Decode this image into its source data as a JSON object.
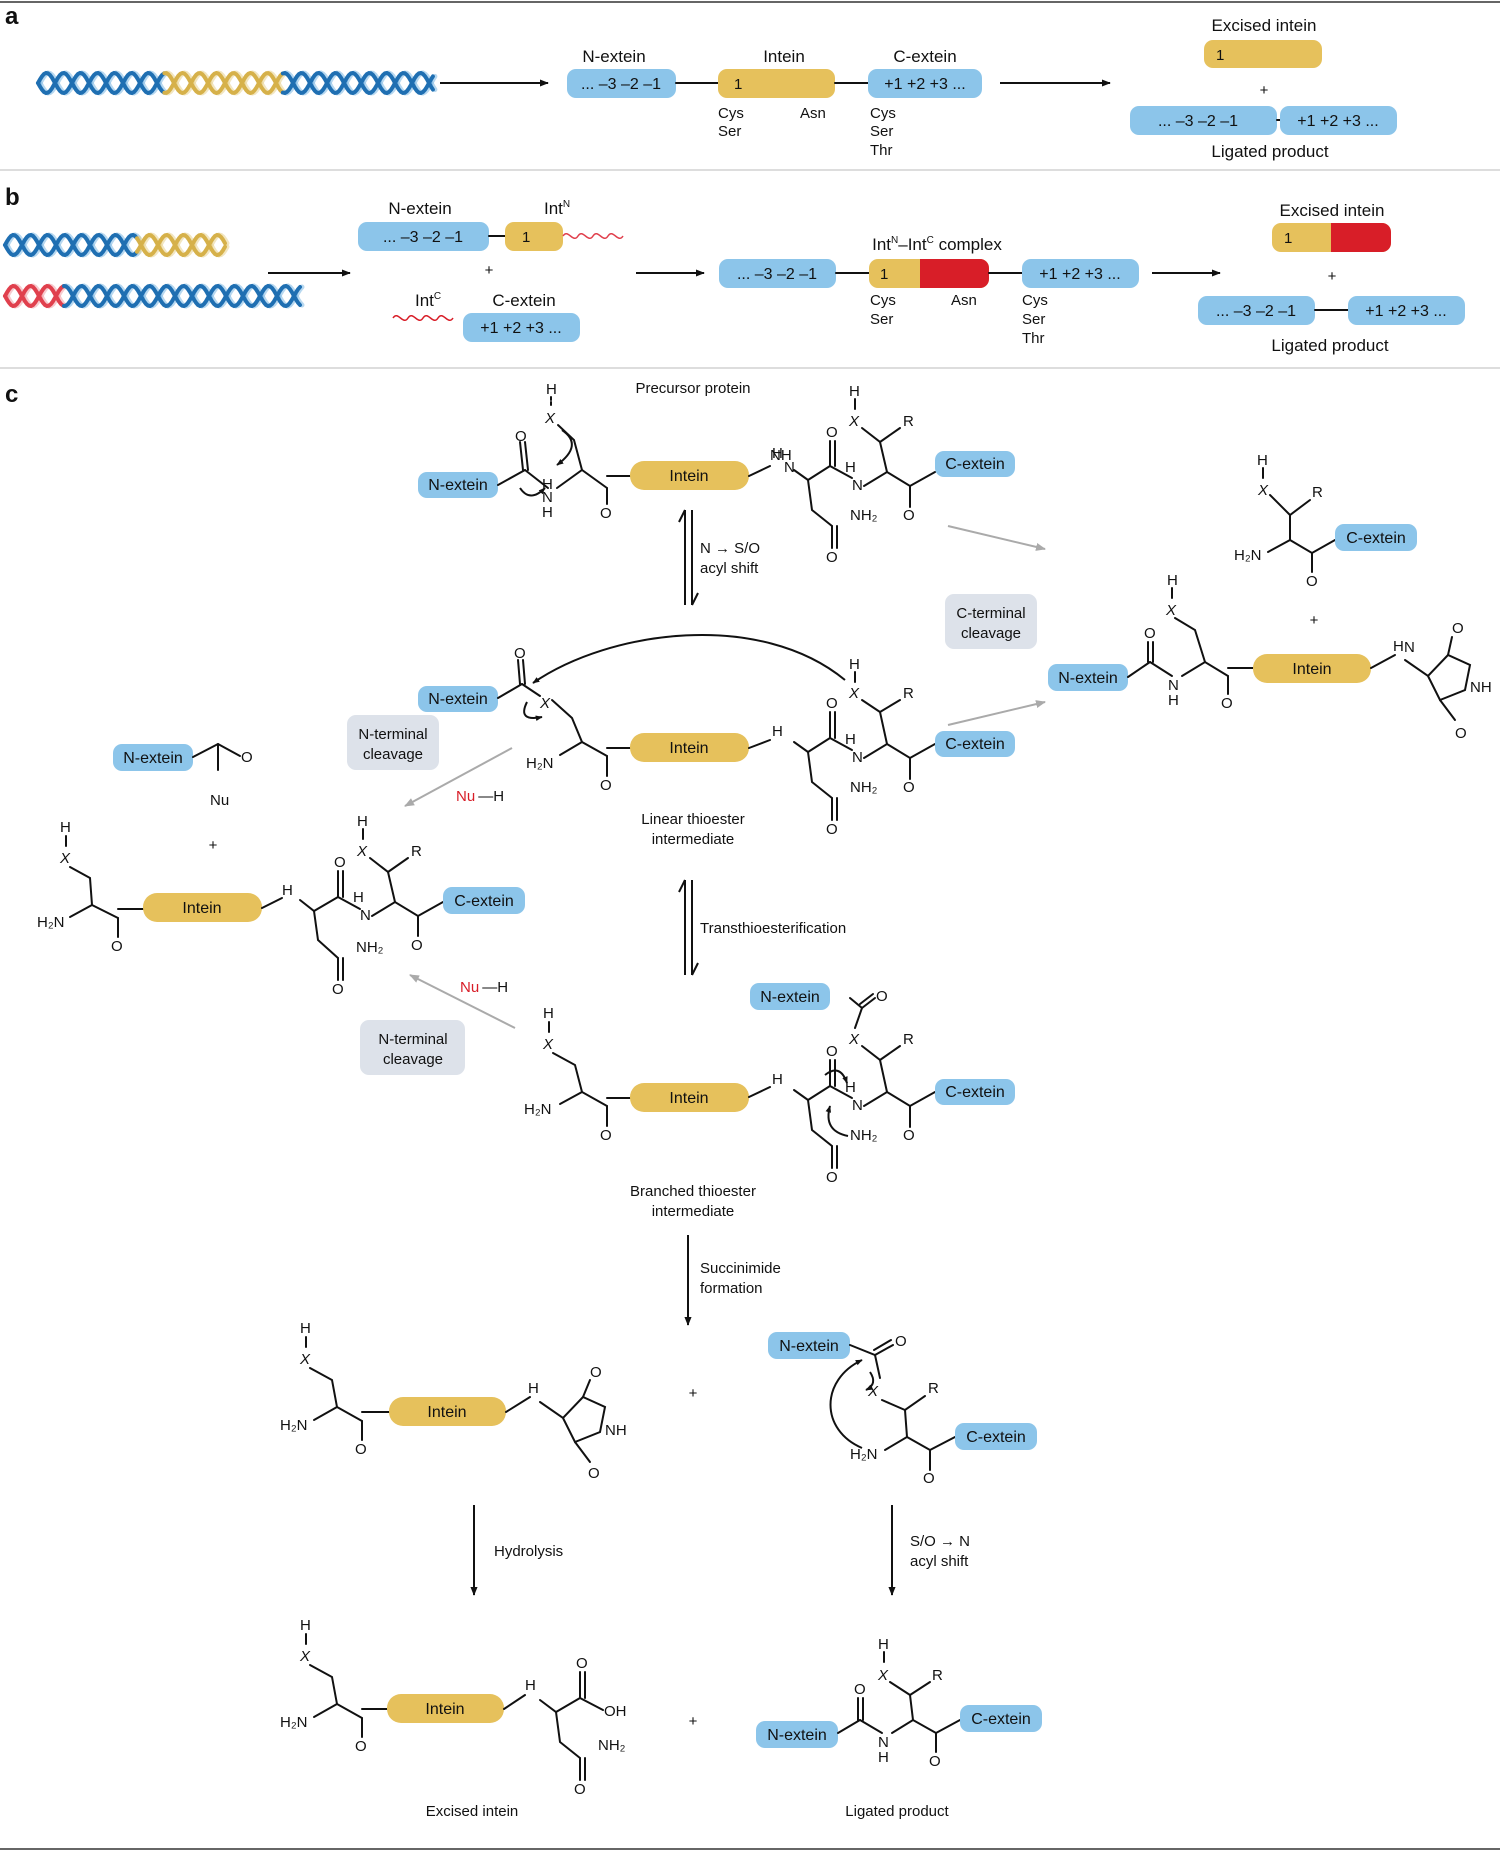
{
  "colors": {
    "blue": "#8cc5ea",
    "gold": "#e6c15c",
    "red": "#d81e28",
    "helix_blue": "#1f6fb2",
    "helix_lightblue": "#7bb8e4",
    "helix_gold": "#d6b14a",
    "helix_red": "#e0404d",
    "grey_box": "#dde2ea",
    "nu_red": "#d81e28"
  },
  "panels": {
    "a": "a",
    "b": "b",
    "c": "c"
  },
  "a": {
    "n_extein": "N-extein",
    "intein": "Intein",
    "c_extein": "C-extein",
    "n_seq": "... –3 –2 –1",
    "intein_pos": "1",
    "c_seq": "+1  +2  +3  ...",
    "cys": "Cys",
    "ser": "Ser",
    "asn": "Asn",
    "thr": "Thr",
    "excised_intein": "Excised intein",
    "plus": "+",
    "ligated_product": "Ligated product"
  },
  "b": {
    "n_extein": "N-extein",
    "int_n": "Int",
    "sup_n": "N",
    "int_c": "Int",
    "sup_c": "C",
    "c_extein": "C-extein",
    "complex_int": "Int",
    "complex_dash": "–Int",
    "complex_word": " complex",
    "excised_intein": "Excised intein",
    "ligated_product": "Ligated product"
  },
  "c": {
    "precursor": "Precursor protein",
    "acyl_shift_1": "N → S/O",
    "acyl_shift_2": "acyl shift",
    "c_term_1": "C-terminal",
    "c_term_2": "cleavage",
    "n_term_1": "N-terminal",
    "n_term_2": "cleavage",
    "linear_1": "Linear thioester",
    "linear_2": "intermediate",
    "transthio": "Transthioesterification",
    "branched_1": "Branched thioester",
    "branched_2": "intermediate",
    "succ_1": "Succinimide",
    "succ_2": "formation",
    "hydrolysis": "Hydrolysis",
    "so_n_1": "S/O → N",
    "so_n_2": "acyl shift",
    "excised_intein": "Excised intein",
    "ligated_product": "Ligated product",
    "n_extein": "N-extein",
    "c_extein": "C-extein",
    "intein": "Intein",
    "nu": "Nu",
    "h": "H",
    "x": "X",
    "r": "R",
    "o": "O",
    "n": "N",
    "hn": "H",
    "h2n": "H₂N",
    "nh": "NH",
    "nh2": "NH₂",
    "oh": "OH",
    "plus": "+"
  }
}
